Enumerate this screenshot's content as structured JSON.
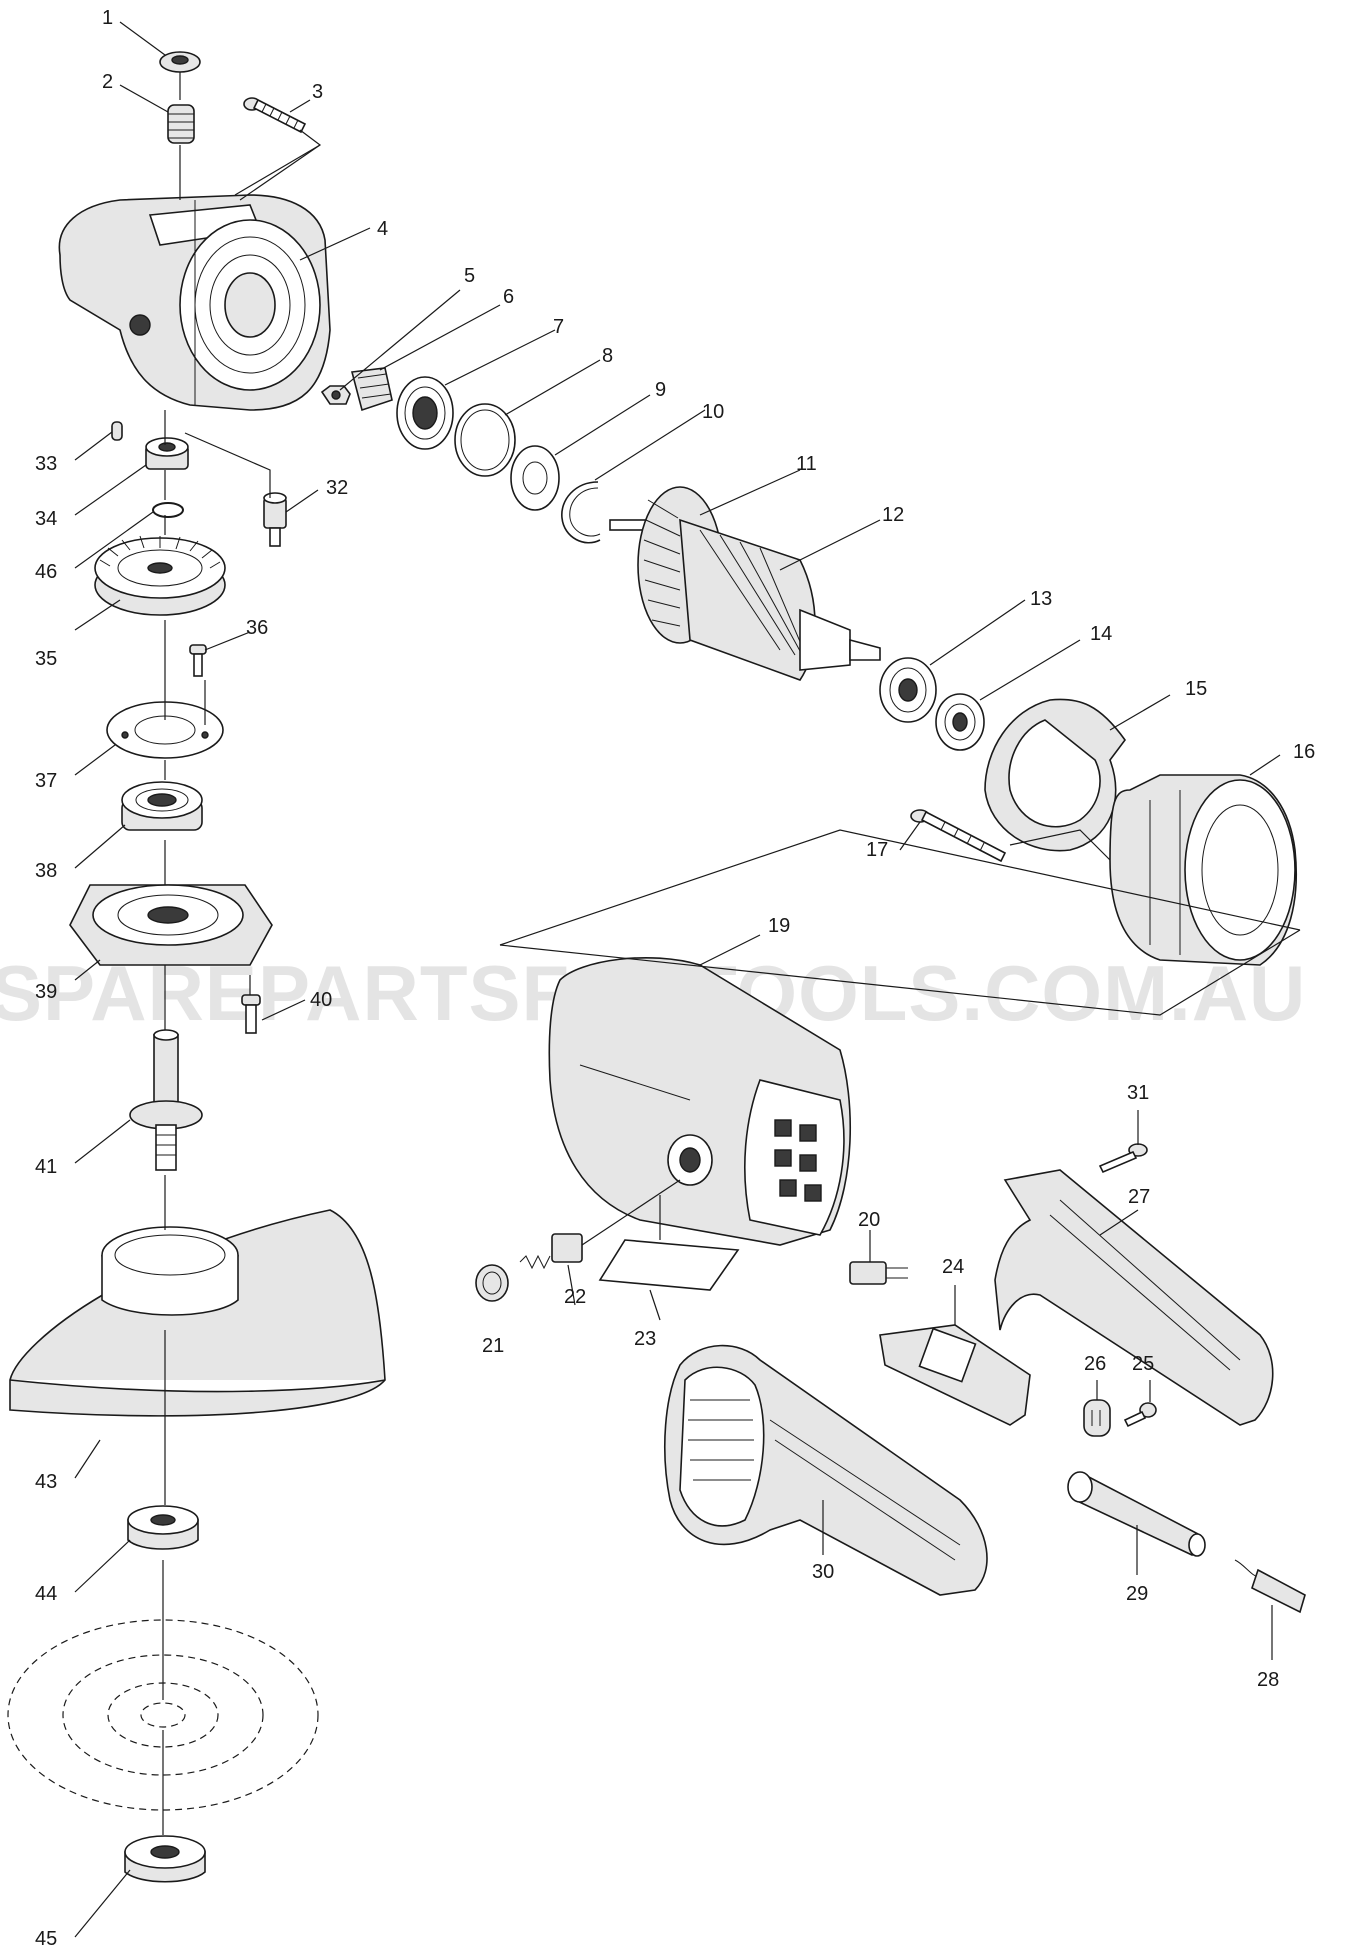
{
  "watermark": "SPAREPARTSFORTOOLS.COM.AU",
  "parts": [
    {
      "id": "1",
      "label": "1"
    },
    {
      "id": "2",
      "label": "2"
    },
    {
      "id": "3",
      "label": "3"
    },
    {
      "id": "4",
      "label": "4"
    },
    {
      "id": "5",
      "label": "5"
    },
    {
      "id": "6",
      "label": "6"
    },
    {
      "id": "7",
      "label": "7"
    },
    {
      "id": "8",
      "label": "8"
    },
    {
      "id": "9",
      "label": "9"
    },
    {
      "id": "10",
      "label": "10"
    },
    {
      "id": "11",
      "label": "11"
    },
    {
      "id": "12",
      "label": "12"
    },
    {
      "id": "13",
      "label": "13"
    },
    {
      "id": "14",
      "label": "14"
    },
    {
      "id": "15",
      "label": "15"
    },
    {
      "id": "16",
      "label": "16"
    },
    {
      "id": "17",
      "label": "17"
    },
    {
      "id": "19",
      "label": "19"
    },
    {
      "id": "20",
      "label": "20"
    },
    {
      "id": "21",
      "label": "21"
    },
    {
      "id": "22",
      "label": "22"
    },
    {
      "id": "23",
      "label": "23"
    },
    {
      "id": "24",
      "label": "24"
    },
    {
      "id": "25",
      "label": "25"
    },
    {
      "id": "26",
      "label": "26"
    },
    {
      "id": "27",
      "label": "27"
    },
    {
      "id": "28",
      "label": "28"
    },
    {
      "id": "29",
      "label": "29"
    },
    {
      "id": "30",
      "label": "30"
    },
    {
      "id": "31",
      "label": "31"
    },
    {
      "id": "32",
      "label": "32"
    },
    {
      "id": "33",
      "label": "33"
    },
    {
      "id": "34",
      "label": "34"
    },
    {
      "id": "35",
      "label": "35"
    },
    {
      "id": "36",
      "label": "36"
    },
    {
      "id": "37",
      "label": "37"
    },
    {
      "id": "38",
      "label": "38"
    },
    {
      "id": "39",
      "label": "39"
    },
    {
      "id": "40",
      "label": "40"
    },
    {
      "id": "41",
      "label": "41"
    },
    {
      "id": "43",
      "label": "43"
    },
    {
      "id": "44",
      "label": "44"
    },
    {
      "id": "45",
      "label": "45"
    },
    {
      "id": "46",
      "label": "46"
    }
  ]
}
